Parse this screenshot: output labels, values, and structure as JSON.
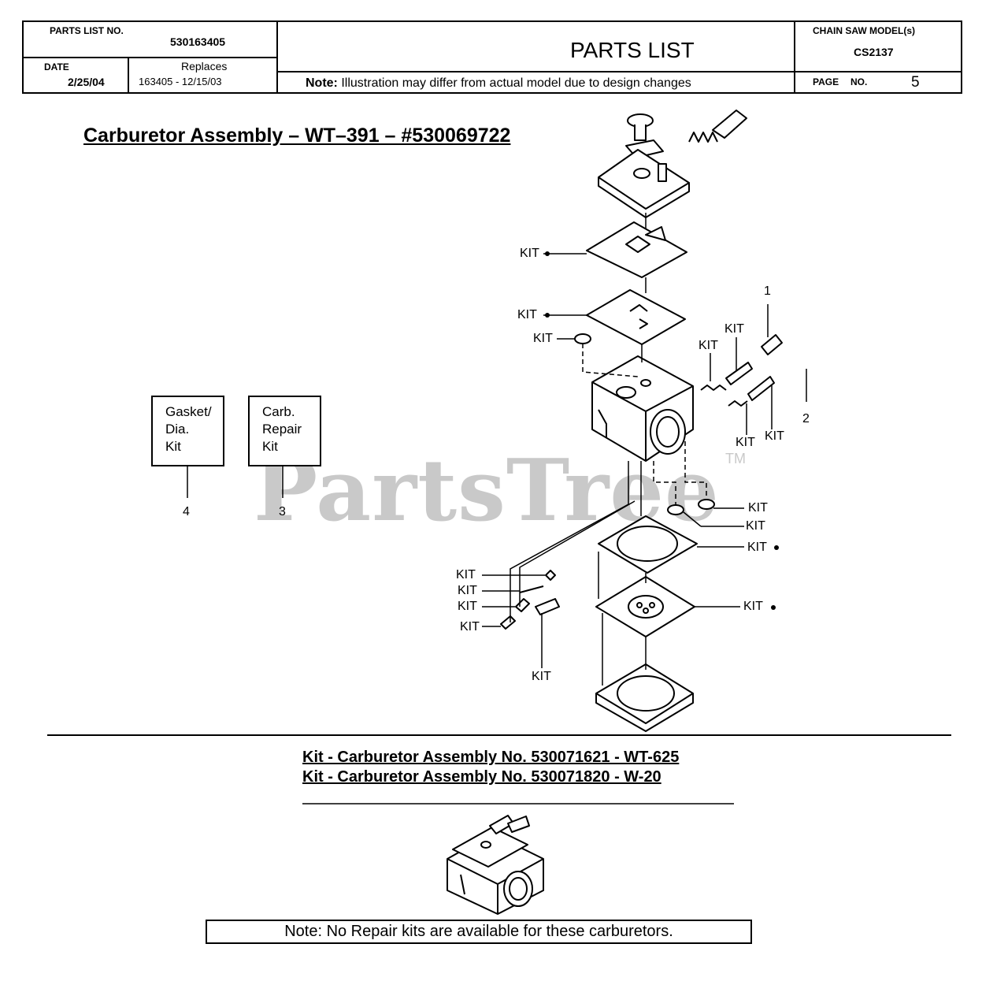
{
  "header": {
    "parts_list_no_label": "PARTS LIST NO.",
    "parts_list_no": "530163405",
    "date_label": "DATE",
    "date": "2/25/04",
    "replaces_label": "Replaces",
    "replaces": "163405 - 12/15/03",
    "title": "PARTS LIST",
    "note_bold": "Note:",
    "note": "Illustration may differ from actual model due to design changes",
    "model_label": "CHAIN SAW MODEL(s)",
    "model": "CS2137",
    "page_label": "PAGE",
    "page_no_label": "NO.",
    "page_no": "5"
  },
  "diagram": {
    "title": "Carburetor Assembly – WT–391 – #530069722",
    "watermark": "PartsTree",
    "watermark_tm": "TM",
    "kit_label": "KIT",
    "callouts": {
      "c1": "1",
      "c2": "2",
      "c3": "3",
      "c4": "4"
    },
    "gasket_kit": {
      "line1": "Gasket/",
      "line2": "Dia.",
      "line3": "Kit"
    },
    "repair_kit": {
      "line1": "Carb.",
      "line2": "Repair",
      "line3": "Kit"
    }
  },
  "kits": {
    "line1": "Kit - Carburetor Assembly No. 530071621 - WT-625",
    "line2": "Kit - Carburetor Assembly No. 530071820 - W-20"
  },
  "footer_note": "Note: No Repair kits are available for these carburetors."
}
